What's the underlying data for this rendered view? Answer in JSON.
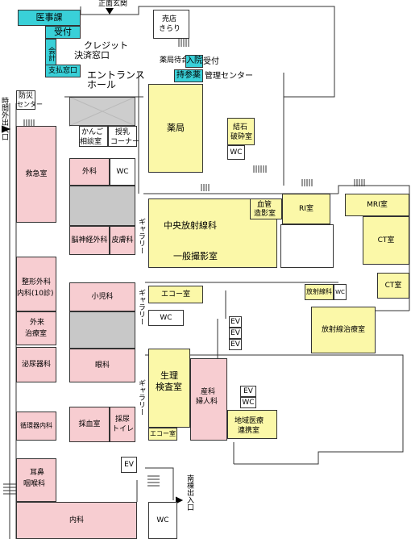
{
  "labels": {
    "ijika": "医事課",
    "uketsuke": "受付",
    "kaikei": "会計",
    "credit": "クレジット",
    "credit2": "決済窓口",
    "shiharai": "支払窓口",
    "shomen": "正面玄関",
    "baiten": "売店",
    "kirari": "きらり",
    "yakkyoku_machi": "薬局待合",
    "nyuin": "入院受付",
    "jisan": "持参薬",
    "kanri": "管理センター",
    "entrance": "エントランス",
    "hall": "ホール",
    "bosai": "防災",
    "center": "センター",
    "jikangai": "時間外出入口",
    "kango": "かんご",
    "sodan": "相談室",
    "junyu": "授乳",
    "corner": "コーナー",
    "yakkyoku": "薬局",
    "kesseki": "結石",
    "haisai": "破砕室",
    "wc": "WC",
    "kyukyu": "救急室",
    "geka": "外科",
    "nou": "脳神経外科",
    "hifu": "皮膚科",
    "gallery": "ギャラリー",
    "chuo": "中央放射線科",
    "ippan": "一般撮影室",
    "kekkan": "血管",
    "zoei": "造影室",
    "ri": "RI室",
    "mri": "MRI室",
    "ct": "CT室",
    "seikei": "整形外科",
    "naika10": "内科(10診)",
    "shoni": "小児科",
    "echo": "エコー室",
    "hoshasen": "放射線科",
    "chiryo": "放射線治療室",
    "gairai": "外来",
    "chiryoshitsu": "治療室",
    "hinyo": "泌尿器科",
    "ganka": "眼科",
    "ev": "EV",
    "seiri": "生理",
    "kensa": "検査室",
    "sanka": "産科",
    "fujin": "婦人科",
    "chiiki": "地域医療",
    "renkei": "連携室",
    "junkanki": "循環器内科",
    "saiketsu": "採血室",
    "sainyo": "採尿",
    "toilet": "トイレ",
    "jibi": "耳鼻",
    "inkoka": "咽喉科",
    "naika": "内科",
    "nantou": "南棟出入口"
  }
}
